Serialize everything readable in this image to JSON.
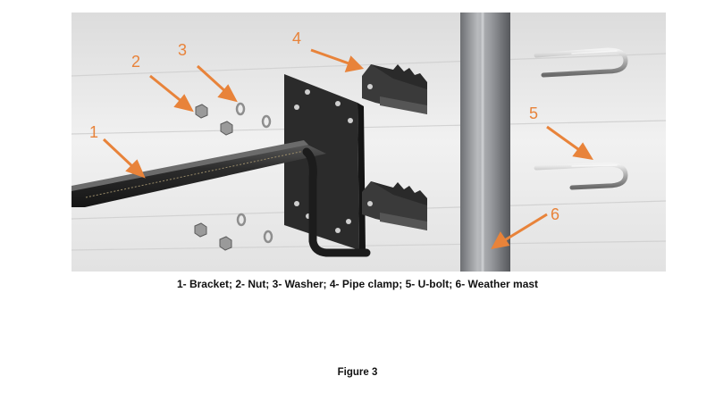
{
  "diagram": {
    "callouts": [
      {
        "id": "1",
        "text": "1"
      },
      {
        "id": "2",
        "text": "2"
      },
      {
        "id": "3",
        "text": "3"
      },
      {
        "id": "4",
        "text": "4"
      },
      {
        "id": "5",
        "text": "5"
      },
      {
        "id": "6",
        "text": "6"
      }
    ],
    "callout_color": "#e8833a",
    "legend_caption": "1- Bracket; 2- Nut; 3- Washer; 4- Pipe clamp; 5- U-bolt; 6- Weather mast",
    "figure_caption": "Figure 3"
  }
}
